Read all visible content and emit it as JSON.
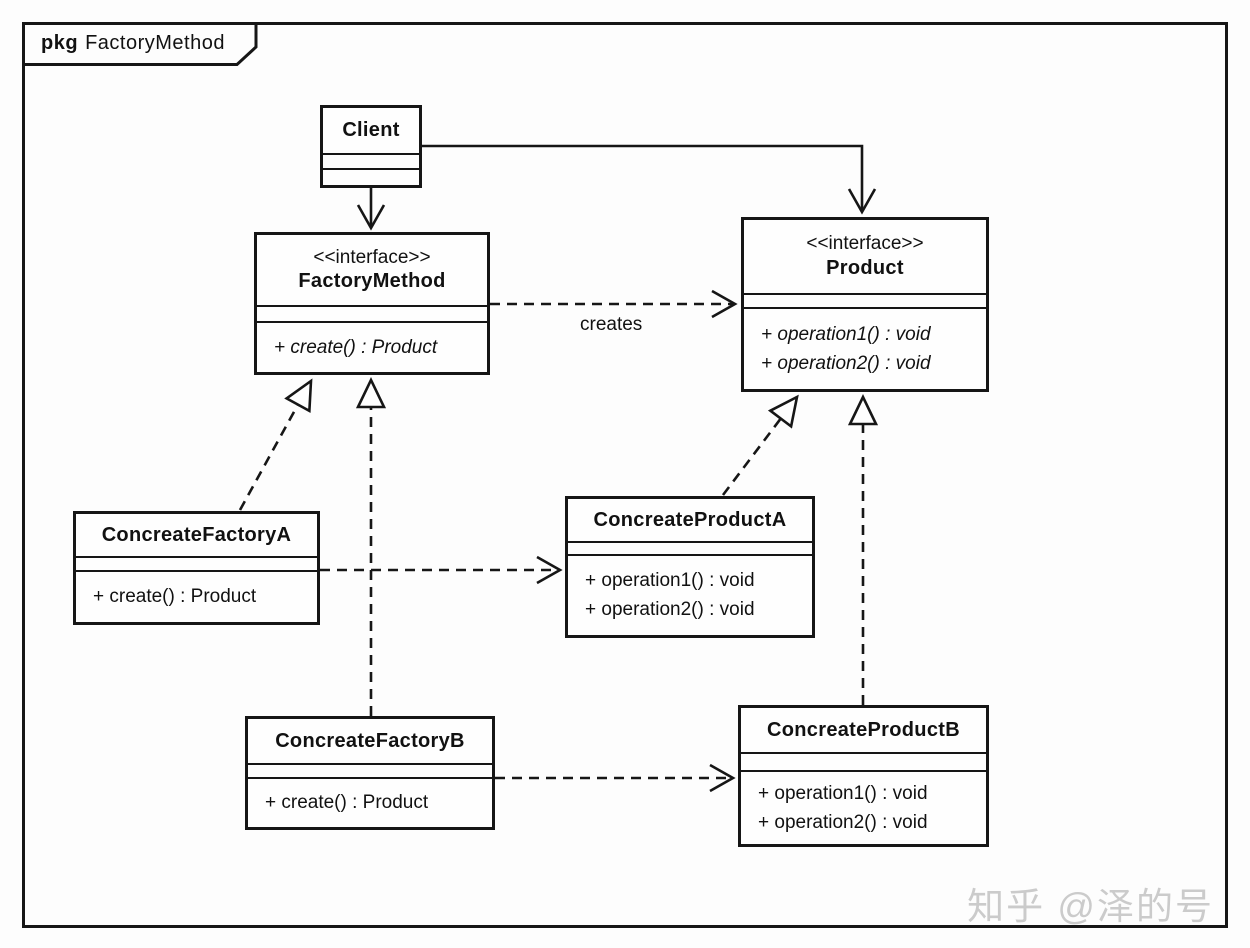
{
  "package": {
    "keyword": "pkg",
    "name": "FactoryMethod"
  },
  "classes": {
    "client": {
      "name": "Client",
      "methods": []
    },
    "factory_method": {
      "stereotype": "<<interface>>",
      "name": "FactoryMethod",
      "methods": [
        "+ create() : Product"
      ]
    },
    "product": {
      "stereotype": "<<interface>>",
      "name": "Product",
      "methods": [
        "+ operation1() : void",
        "+ operation2() : void"
      ]
    },
    "concreate_factory_a": {
      "name": "ConcreateFactoryA",
      "methods": [
        "+ create() : Product"
      ]
    },
    "concreate_product_a": {
      "name": "ConcreateProductA",
      "methods": [
        "+ operation1() : void",
        "+ operation2() : void"
      ]
    },
    "concreate_factory_b": {
      "name": "ConcreateFactoryB",
      "methods": [
        "+ create() : Product"
      ]
    },
    "concreate_product_b": {
      "name": "ConcreateProductB",
      "methods": [
        "+ operation1() : void",
        "+ operation2() : void"
      ]
    }
  },
  "edges": {
    "list": [
      {
        "from": "Client",
        "to": "FactoryMethod",
        "type": "directed-association",
        "label": ""
      },
      {
        "from": "Client",
        "to": "Product",
        "type": "directed-association",
        "label": ""
      },
      {
        "from": "FactoryMethod",
        "to": "Product",
        "type": "dependency",
        "label": "creates"
      },
      {
        "from": "ConcreateFactoryA",
        "to": "FactoryMethod",
        "type": "realization",
        "label": ""
      },
      {
        "from": "ConcreateFactoryB",
        "to": "FactoryMethod",
        "type": "realization",
        "label": ""
      },
      {
        "from": "ConcreateProductA",
        "to": "Product",
        "type": "realization",
        "label": ""
      },
      {
        "from": "ConcreateProductB",
        "to": "Product",
        "type": "realization",
        "label": ""
      },
      {
        "from": "ConcreateFactoryA",
        "to": "ConcreateProductA",
        "type": "dependency",
        "label": ""
      },
      {
        "from": "ConcreateFactoryB",
        "to": "ConcreateProductB",
        "type": "dependency",
        "label": ""
      }
    ]
  },
  "watermark": {
    "text": "知乎 @泽的号"
  },
  "colors": {
    "line": "#161616",
    "background": "#fdfdfd",
    "box_fill": "#fefefe",
    "watermark": "#cbcbcb"
  }
}
